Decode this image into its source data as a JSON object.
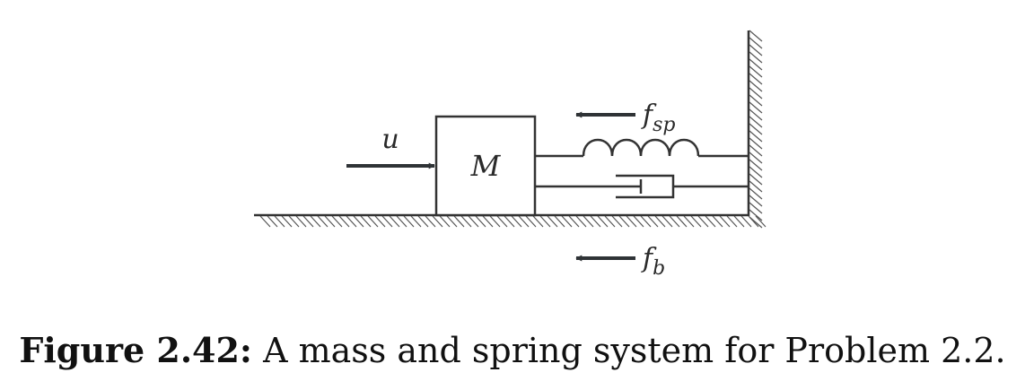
{
  "diagram": {
    "mass_label": "M",
    "input_label": "u",
    "spring_force_label": {
      "base": "f",
      "subscript": "sp"
    },
    "damper_force_label": {
      "base": "f",
      "subscript": "b"
    },
    "line_color": "#333333",
    "arrow_color": "#2f3336"
  },
  "caption": {
    "label": "Figure 2.42:",
    "text": "A mass and spring system for Problem 2.2."
  }
}
